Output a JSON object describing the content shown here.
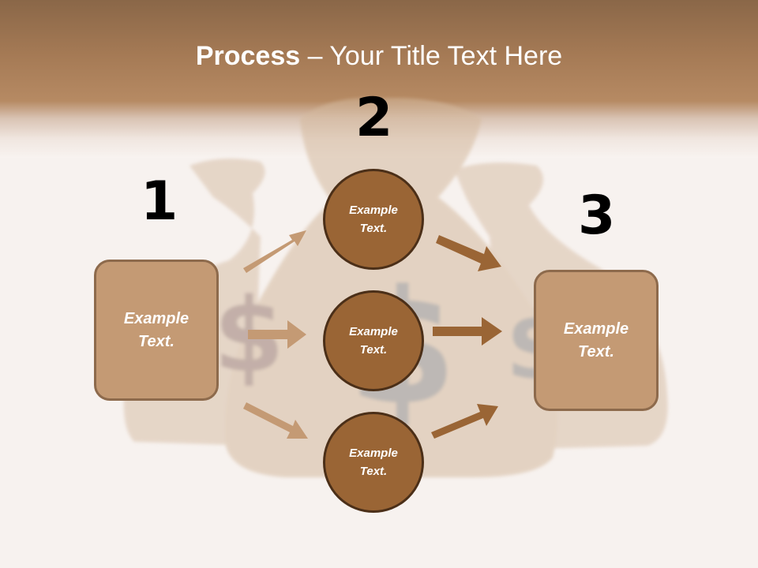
{
  "slide": {
    "title_bold": "Process",
    "title_rest": " – Your Title Text Here"
  },
  "steps": [
    {
      "number": "1",
      "label": "Example Text."
    },
    {
      "number": "2",
      "label": "Example Text."
    },
    {
      "number": "3",
      "label": "Example Text."
    }
  ],
  "circles": [
    {
      "label": "Example Text."
    },
    {
      "label": "Example Text."
    },
    {
      "label": "Example Text."
    }
  ],
  "colors": {
    "header_top": "#8a6748",
    "header_bottom": "#b68a63",
    "box_fill": "#c49a74",
    "box_border": "#8d6a4c",
    "circle_fill": "#9a6535",
    "circle_border": "#4b2f18",
    "arrow_light": "#c49a74",
    "arrow_dark": "#9a6535"
  }
}
